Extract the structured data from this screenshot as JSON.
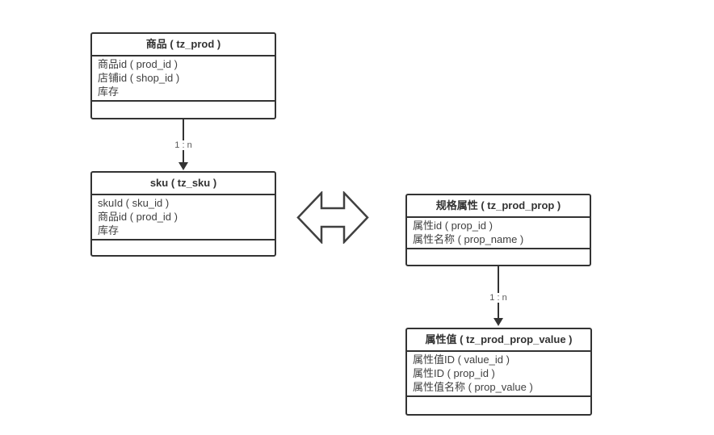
{
  "diagram": {
    "type": "er-diagram",
    "colors": {
      "background": "#ffffff",
      "border": "#333333",
      "text": "#404040",
      "connector_label": "#595959"
    },
    "tables": [
      {
        "name": "prod",
        "title": "商品 ( tz_prod )",
        "rows": [
          "商品id ( prod_id )",
          "店铺id ( shop_id )",
          "库存"
        ]
      },
      {
        "name": "sku",
        "title": "sku ( tz_sku )",
        "rows": [
          "skuId ( sku_id )",
          "商品id ( prod_id )",
          "库存"
        ]
      },
      {
        "name": "prod_prop",
        "title": "规格属性 ( tz_prod_prop )",
        "rows": [
          "属性id ( prop_id )",
          "属性名称 ( prop_name )"
        ]
      },
      {
        "name": "prod_prop_value",
        "title": "属性值 ( tz_prod_prop_value )",
        "rows": [
          "属性值ID ( value_id )",
          "属性ID ( prop_id )",
          "属性值名称 ( prop_value )"
        ]
      }
    ],
    "connectors": [
      {
        "from": "prod",
        "to": "sku",
        "label": "1 : n"
      },
      {
        "from": "prod_prop",
        "to": "prod_prop_value",
        "label": "1 : n"
      }
    ],
    "relation_arrow": {
      "between": [
        "sku",
        "prod_prop"
      ],
      "style": "double-headed-hollow"
    }
  }
}
